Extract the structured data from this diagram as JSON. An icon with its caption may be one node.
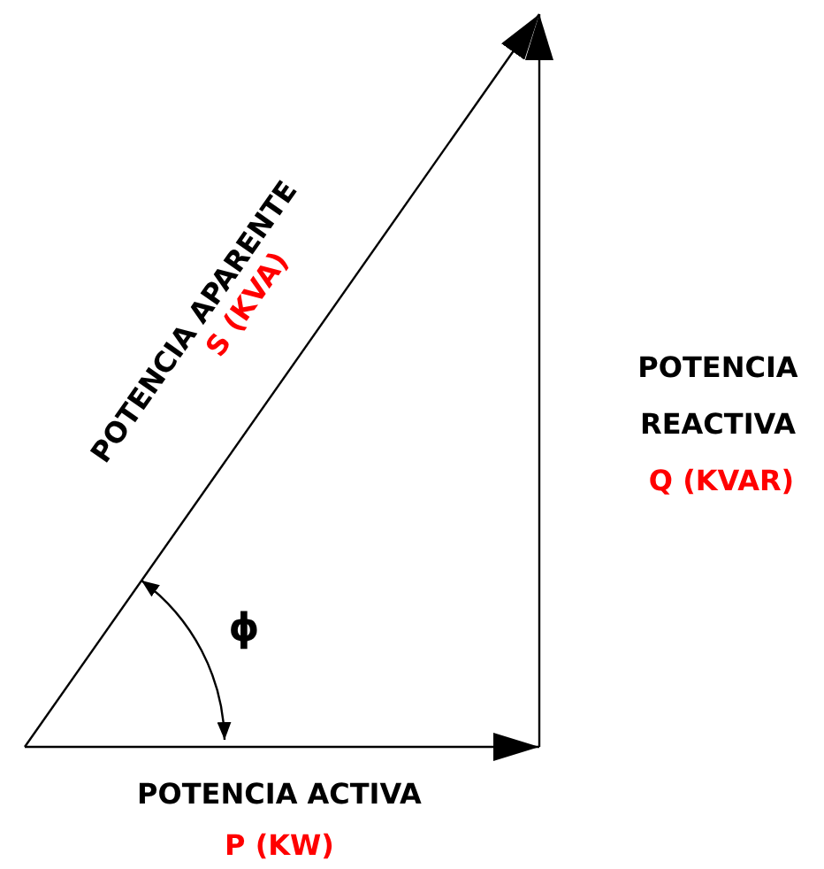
{
  "diagram": {
    "labels": [
      "POTENCIA APARENTE",
      "S (KVA)",
      "POTENCIA REACTIVA",
      "Q (KVAR)",
      "ϕ",
      "POTENCIA ACTIVA",
      "P (KW)"
    ]
  }
}
